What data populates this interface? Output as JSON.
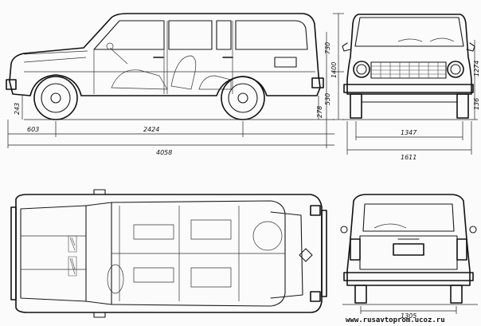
{
  "dimensions": {
    "front_overhang": "603",
    "wheelbase": "2424",
    "overall_length": "4058",
    "ground_clearance_front": "243",
    "height_upper": "730",
    "height_total": "1400",
    "height_lower": "530",
    "sill_height": "278",
    "mirror_height": "1274",
    "bumper_height": "136",
    "front_track": "1347",
    "overall_width": "1611",
    "rear_track": "1305"
  },
  "watermark": "www.rusavtoprom.ucoz.ru"
}
